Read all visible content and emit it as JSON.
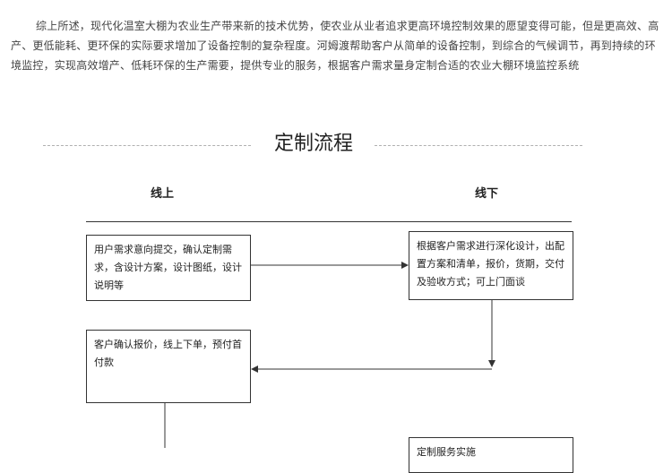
{
  "intro": {
    "paragraph": "综上所述，现代化温室大棚为农业生产带来新的技术优势，使农业从业者追求更高环境控制效果的愿望变得可能，但是更高效、高产、更低能耗、更环保的实际要求增加了设备控制的复杂程度。河姆渡帮助客户从简单的设备控制，到综合的气候调节，再到持续的环境监控，实现高效增产、低耗环保的生产需要，提供专业的服务，根据客户需求量身定制合适的农业大棚环境监控系统"
  },
  "section": {
    "title": "定制流程"
  },
  "columns": {
    "online": "线上",
    "offline": "线下"
  },
  "steps": {
    "step1": "用户需求意向提交，确认定制需求，含设计方案，设计图纸，设计说明等",
    "step2": "根据客户需求进行深化设计，出配置方案和清单，报价，货期，交付及验收方式；可上门面谈",
    "step3": "客户确认报价，线上下单，预付首付款",
    "step4": "定制服务实施"
  },
  "colors": {
    "line": "#333333",
    "dash": "#b0b0b0",
    "text": "#444444"
  }
}
